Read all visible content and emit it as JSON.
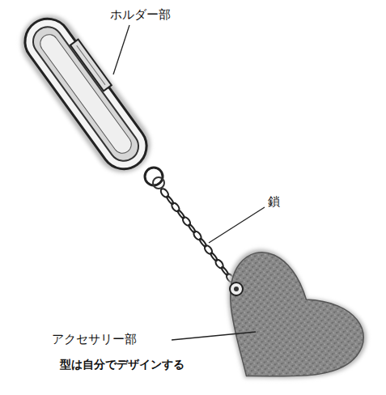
{
  "diagram": {
    "labels": [
      "ホルダー部",
      "鎖",
      "アクセサリー部",
      "型は自分でデザインする"
    ]
  }
}
